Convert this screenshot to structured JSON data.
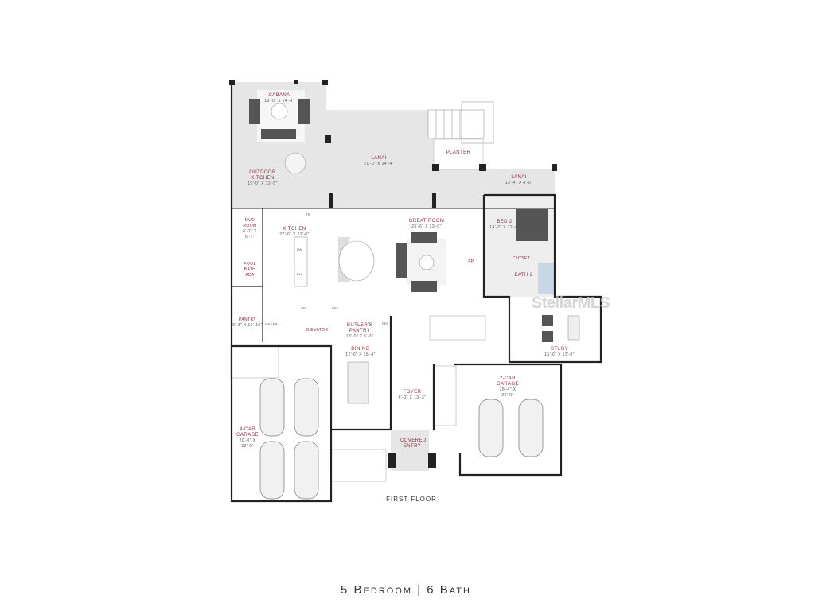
{
  "rooms": {
    "cabana": {
      "name": "CABANA",
      "dim": "19'-0\" X 14'-4\""
    },
    "lanai_main": {
      "name": "LANAI",
      "dim": "21'-0\" X 14'-4\""
    },
    "planter": {
      "name": "PLANTER"
    },
    "lanai_side": {
      "name": "LANAI",
      "dim": "13'-4\" X 4'-0\""
    },
    "outdoor_kitchen": {
      "name": "OUTDOOR KITCHEN",
      "dim": "19'-0\" X 12'-5\""
    },
    "mud_room": {
      "name": "MUD ROOM",
      "dim": "6'-2\" X 6'-1\""
    },
    "kitchen": {
      "name": "KITCHEN",
      "dim": "22'-6\" X 22'-0\""
    },
    "great_room": {
      "name": "GREAT ROOM",
      "dim": "23'-6\" X 23'-0\""
    },
    "bed2": {
      "name": "BED 2",
      "dim": "14'-2\" X 12'-6\""
    },
    "closet": {
      "name": "CLOSET"
    },
    "bath2": {
      "name": "BATH 2"
    },
    "fireplace": {
      "name": "FP"
    },
    "pool_bath": {
      "name": "POOL BATH ADA"
    },
    "pantry": {
      "name": "PANTRY",
      "dim": "6'-3\" X 13'-10\""
    },
    "dryer": {
      "name": "DRYER"
    },
    "elevator": {
      "name": "ELEVATOR"
    },
    "butlers_pantry": {
      "name": "BUTLER'S PANTRY",
      "dim": "13'-0\" X 5'-3\""
    },
    "dining": {
      "name": "DINING",
      "dim": "12'-0\" X 15'-4\""
    },
    "study": {
      "name": "STUDY",
      "dim": "15'-6\" X 13'-8\""
    },
    "foyer": {
      "name": "FOYER",
      "dim": "6'-0\" X 13'-3\""
    },
    "garage2": {
      "name": "2-CAR GARAGE",
      "dim": "26'-4\" X 22'-0\""
    },
    "garage4": {
      "name": "4-CAR GARAGE",
      "dim": "20'-0\" X 32'-0\""
    },
    "covered_entry": {
      "name": "COVERED ENTRY"
    }
  },
  "fixtures": {
    "frz": "FRZ",
    "ref1": "REF",
    "ref2": "REF",
    "dw1": "DW",
    "dw2": "DW",
    "tr": "TR"
  },
  "floor_label": "FIRST FLOOR",
  "caption": "5 Bedroom | 6 Bath",
  "watermark": "StellarMLS",
  "colors": {
    "room_label": "#8a2a3a",
    "outdoor_fill": "#e6e6e6",
    "wall": "#222222"
  }
}
